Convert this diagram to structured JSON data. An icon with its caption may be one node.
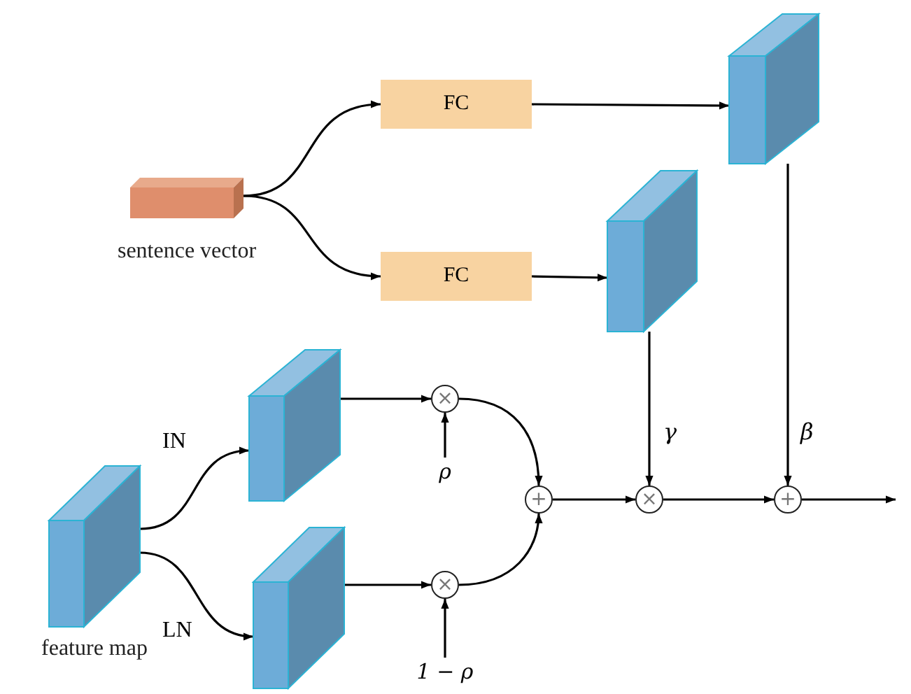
{
  "diagram": {
    "nodes": [
      {
        "text": [
          "sentence vector"
        ]
      },
      {
        "text": [
          "FC"
        ]
      },
      {
        "text": [
          "FC"
        ]
      },
      {
        "text": [],
        "shape": "box"
      },
      {
        "text": [],
        "shape": "box"
      },
      {
        "text": [
          "feature map"
        ]
      },
      {
        "text": [],
        "shape": "box"
      },
      {
        "text": [],
        "shape": "box"
      },
      {
        "text": [
          "×"
        ]
      },
      {
        "text": [
          "×"
        ]
      },
      {
        "text": [
          "+"
        ]
      },
      {
        "text": [
          "×"
        ]
      },
      {
        "text": [
          "+"
        ]
      },
      {
        "text": [
          "ρ"
        ]
      },
      {
        "text": [
          "1 − ρ"
        ]
      }
    ],
    "edges": [
      {
        "from": 0,
        "to": 1,
        "arrow": "to"
      },
      {
        "from": 0,
        "to": 2,
        "arrow": "to"
      },
      {
        "from": 1,
        "to": 3,
        "arrow": "to"
      },
      {
        "from": 2,
        "to": 4,
        "arrow": "to"
      },
      {
        "from": 5,
        "to": 6,
        "label": "IN",
        "arrow": "to"
      },
      {
        "from": 5,
        "to": 7,
        "label": "LN",
        "arrow": "to"
      },
      {
        "from": 6,
        "to": 8,
        "arrow": "to"
      },
      {
        "from": 7,
        "to": 9,
        "arrow": "to"
      },
      {
        "from": 13,
        "to": 8,
        "arrow": "to"
      },
      {
        "from": 14,
        "to": 9,
        "arrow": "to"
      },
      {
        "from": 8,
        "to": 10,
        "arrow": "to"
      },
      {
        "from": 9,
        "to": 10,
        "arrow": "to"
      },
      {
        "from": 10,
        "to": 11,
        "arrow": "to"
      },
      {
        "from": 4,
        "to": 11,
        "label": "γ",
        "arrow": "to"
      },
      {
        "from": 3,
        "to": 12,
        "label": "β",
        "arrow": "to"
      },
      {
        "from": 11,
        "to": 12,
        "arrow": "to"
      },
      {
        "from": 12,
        "to": null,
        "arrow": "to"
      }
    ]
  }
}
